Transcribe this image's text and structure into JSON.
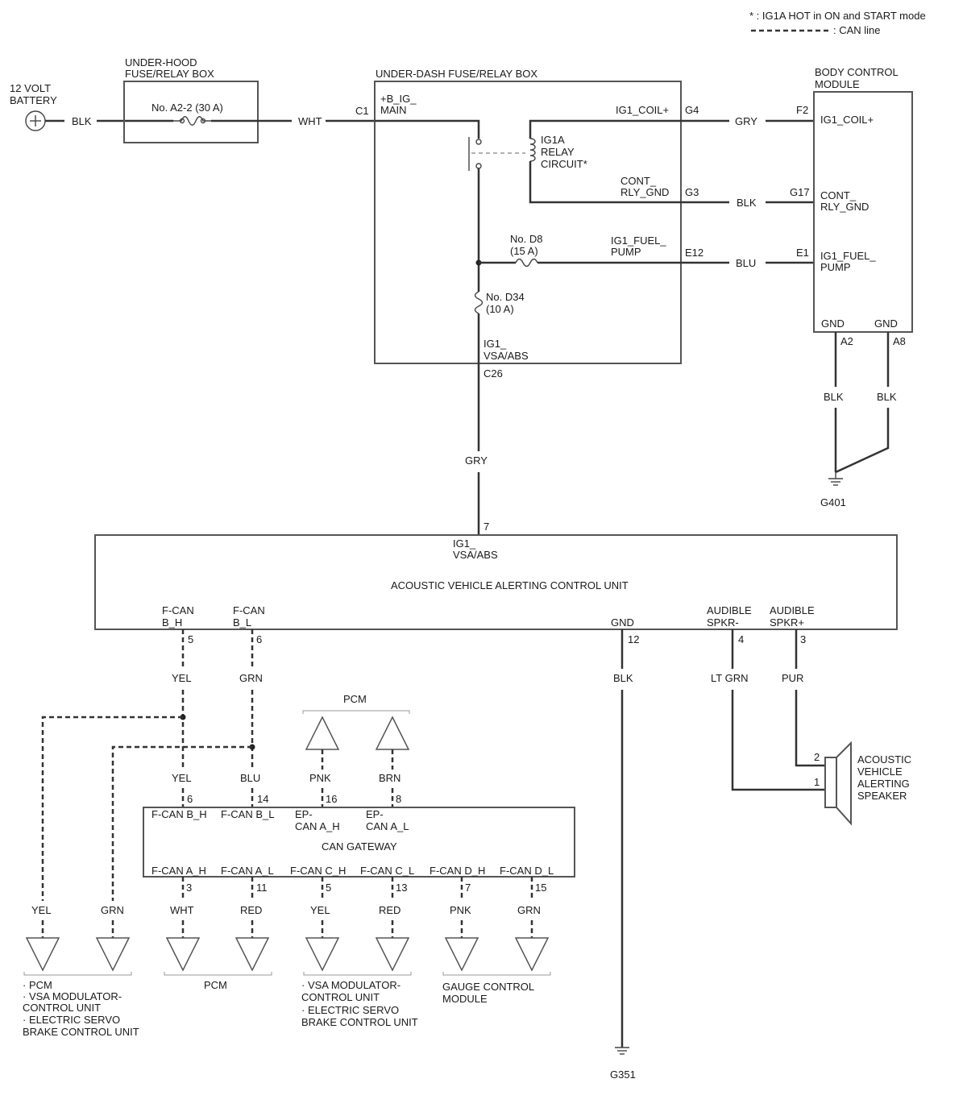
{
  "legend": {
    "note": "* : IG1A HOT in ON and START mode",
    "can_line": ": CAN line"
  },
  "battery": {
    "line1": "12 VOLT",
    "line2": "BATTERY",
    "wire": "BLK"
  },
  "under_hood_box": {
    "line1": "UNDER-HOOD",
    "line2": "FUSE/RELAY BOX",
    "fuse": "No. A2-2 (30 A)",
    "wire_out": "WHT"
  },
  "under_dash_box": {
    "title": "UNDER-DASH FUSE/RELAY BOX",
    "c1": "C1",
    "b_ig_main_1": "+B_IG_",
    "b_ig_main_2": "MAIN",
    "relay_1": "IG1A",
    "relay_2": "RELAY",
    "relay_3": "CIRCUIT*",
    "ig1_coil": "IG1_COIL+",
    "g4": "G4",
    "cont_rly_1": "CONT_",
    "cont_rly_2": "RLY_GND",
    "g3": "G3",
    "fuse_d8_1": "No. D8",
    "fuse_d8_2": "(15 A)",
    "fuel_pump_1": "IG1_FUEL_",
    "fuel_pump_2": "PUMP",
    "e12": "E12",
    "fuse_d34_1": "No. D34",
    "fuse_d34_2": "(10 A)",
    "ig1_vsa_1": "IG1_",
    "ig1_vsa_2": "VSA/ABS",
    "c26": "C26"
  },
  "wires_top": {
    "gry_coil": "GRY",
    "blk_cont": "BLK",
    "blu_fuel": "BLU",
    "gry_down": "GRY"
  },
  "bcm": {
    "line1": "BODY CONTROL",
    "line2": "MODULE",
    "f2": "F2",
    "ig1_coil": "IG1_COIL+",
    "g17": "G17",
    "cont_1": "CONT_",
    "cont_2": "RLY_GND",
    "e1": "E1",
    "fuel_1": "IG1_FUEL_",
    "fuel_2": "PUMP",
    "gnd_1": "GND",
    "gnd_2": "GND",
    "a2": "A2",
    "a8": "A8",
    "wire_a2": "BLK",
    "wire_a8": "BLK",
    "ground": "G401"
  },
  "avacu": {
    "pin7": "7",
    "ig1_1": "IG1_",
    "ig1_2": "VSA/ABS",
    "title": "ACOUSTIC VEHICLE ALERTING CONTROL UNIT",
    "fcan_bh_1": "F-CAN",
    "fcan_bh_2": "B_H",
    "fcan_bl_1": "F-CAN",
    "fcan_bl_2": "B_L",
    "gnd": "GND",
    "spkr_minus_1": "AUDIBLE",
    "spkr_minus_2": "SPKR-",
    "spkr_plus_1": "AUDIBLE",
    "spkr_plus_2": "SPKR+",
    "pin5": "5",
    "pin6": "6",
    "pin12": "12",
    "pin4": "4",
    "pin3": "3"
  },
  "wires_mid": {
    "yel": "YEL",
    "grn": "GRN",
    "blk": "BLK",
    "lt_grn": "LT GRN",
    "pur": "PUR",
    "g351": "G351"
  },
  "speaker": {
    "pin2": "2",
    "pin1": "1",
    "line1": "ACOUSTIC",
    "line2": "VEHICLE",
    "line3": "ALERTING",
    "line4": "SPEAKER"
  },
  "pcm_top": {
    "label": "PCM",
    "wire_16": "PNK",
    "wire_8": "BRN"
  },
  "gateway": {
    "title": "CAN GATEWAY",
    "wire_6": "YEL",
    "wire_14": "BLU",
    "pin6": "6",
    "pin14": "14",
    "pin16": "16",
    "pin8": "8",
    "fcan_bh": "F-CAN B_H",
    "fcan_bl": "F-CAN B_L",
    "ep_h_1": "EP-",
    "ep_h_2": "CAN A_H",
    "ep_l_1": "EP-",
    "ep_l_2": "CAN A_L",
    "fcan_ah": "F-CAN A_H",
    "fcan_al": "F-CAN A_L",
    "fcan_ch": "F-CAN C_H",
    "fcan_cl": "F-CAN C_L",
    "fcan_dh": "F-CAN D_H",
    "fcan_dl": "F-CAN D_L",
    "pin3": "3",
    "pin11": "11",
    "pin5": "5",
    "pin13": "13",
    "pin7": "7",
    "pin15": "15"
  },
  "bottom_wires": {
    "yel_far": "YEL",
    "grn_far": "GRN",
    "wht": "WHT",
    "red1": "RED",
    "yel2": "YEL",
    "red2": "RED",
    "pnk": "PNK",
    "grn2": "GRN"
  },
  "destinations": {
    "group1_1": "· PCM",
    "group1_2": "· VSA MODULATOR-",
    "group1_3": "CONTROL UNIT",
    "group1_4": "· ELECTRIC SERVO",
    "group1_5": "BRAKE CONTROL UNIT",
    "group2": "PCM",
    "group3_1": "· VSA MODULATOR-",
    "group3_2": "CONTROL UNIT",
    "group3_3": "· ELECTRIC SERVO",
    "group3_4": "BRAKE CONTROL UNIT",
    "group4_1": "GAUGE CONTROL",
    "group4_2": "MODULE"
  }
}
